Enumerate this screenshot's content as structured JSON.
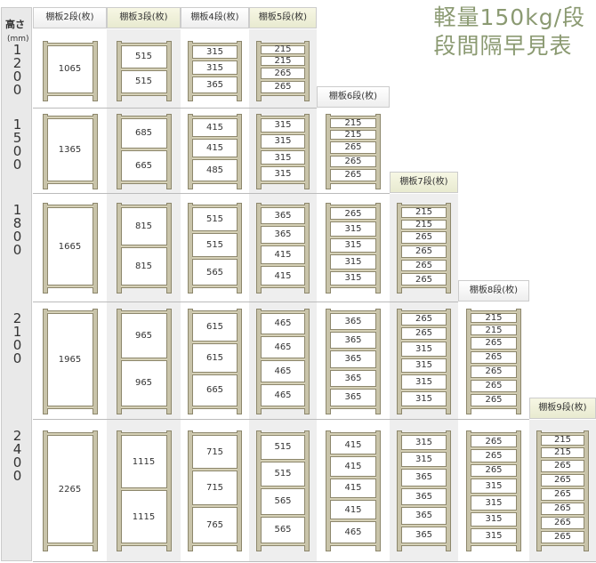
{
  "title": {
    "line1": "軽量150kg/段",
    "line2": "段間隔早見表"
  },
  "height_header": {
    "label": "高さ",
    "unit": "(mm)"
  },
  "columns": [
    {
      "label": "棚板2段(枚)",
      "highlight": false
    },
    {
      "label": "棚板3段(枚)",
      "highlight": true
    },
    {
      "label": "棚板4段(枚)",
      "highlight": false
    },
    {
      "label": "棚板5段(枚)",
      "highlight": true
    },
    {
      "label": "棚板6段(枚)",
      "highlight": false
    },
    {
      "label": "棚板7段(枚)",
      "highlight": true
    },
    {
      "label": "棚板8段(枚)",
      "highlight": false
    },
    {
      "label": "棚板9段(枚)",
      "highlight": true
    }
  ],
  "rows": [
    {
      "height": "1200",
      "cells": [
        [
          "1065"
        ],
        [
          "515",
          "515"
        ],
        [
          "315",
          "315",
          "365"
        ],
        [
          "215",
          "215",
          "265",
          "265"
        ]
      ]
    },
    {
      "height": "1500",
      "cells": [
        [
          "1365"
        ],
        [
          "685",
          "665"
        ],
        [
          "415",
          "415",
          "485"
        ],
        [
          "315",
          "315",
          "315",
          "315"
        ],
        [
          "215",
          "215",
          "265",
          "265",
          "265"
        ]
      ]
    },
    {
      "height": "1800",
      "cells": [
        [
          "1665"
        ],
        [
          "815",
          "815"
        ],
        [
          "515",
          "515",
          "565"
        ],
        [
          "365",
          "365",
          "415",
          "415"
        ],
        [
          "265",
          "315",
          "315",
          "315",
          "315"
        ],
        [
          "215",
          "215",
          "265",
          "265",
          "265",
          "265"
        ]
      ]
    },
    {
      "height": "2100",
      "cells": [
        [
          "1965"
        ],
        [
          "965",
          "965"
        ],
        [
          "615",
          "615",
          "665"
        ],
        [
          "465",
          "465",
          "465",
          "465"
        ],
        [
          "365",
          "365",
          "365",
          "365",
          "365"
        ],
        [
          "265",
          "265",
          "315",
          "315",
          "315",
          "315"
        ],
        [
          "215",
          "215",
          "265",
          "265",
          "265",
          "265",
          "265"
        ]
      ]
    },
    {
      "height": "2400",
      "cells": [
        [
          "2265"
        ],
        [
          "1115",
          "1115"
        ],
        [
          "715",
          "715",
          "765"
        ],
        [
          "515",
          "515",
          "565",
          "565"
        ],
        [
          "415",
          "415",
          "415",
          "415",
          "465"
        ],
        [
          "315",
          "315",
          "365",
          "365",
          "365",
          "365"
        ],
        [
          "265",
          "265",
          "265",
          "315",
          "315",
          "315",
          "315"
        ],
        [
          "215",
          "215",
          "265",
          "265",
          "265",
          "265",
          "265",
          "265"
        ]
      ]
    }
  ]
}
